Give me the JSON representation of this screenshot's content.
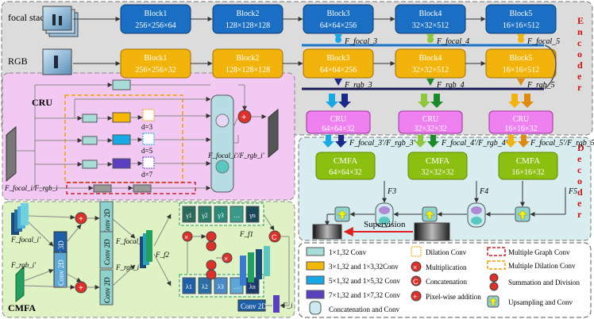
{
  "top": {
    "focal_stack_label": "focal stack",
    "rgb_label": "RGB",
    "encoder_label": "E n c o d e r",
    "decoder_label": "D e c o d e r",
    "focal_blocks": [
      {
        "name": "Block1",
        "dim": "256×256×64"
      },
      {
        "name": "Block2",
        "dim": "128×128×128"
      },
      {
        "name": "Block3",
        "dim": "64×64×256"
      },
      {
        "name": "Block4",
        "dim": "32×32×512"
      },
      {
        "name": "Block5",
        "dim": "16×16×512"
      }
    ],
    "rgb_blocks": [
      {
        "name": "Block1",
        "dim": "256×256×32"
      },
      {
        "name": "Block2",
        "dim": "128×128×128"
      },
      {
        "name": "Block3",
        "dim": "64×64×256"
      },
      {
        "name": "Block4",
        "dim": "32×32×512"
      },
      {
        "name": "Block5",
        "dim": "16×16×512"
      }
    ],
    "focal_feats": [
      "F_focal_3",
      "F_focal_4",
      "F_focal_5"
    ],
    "rgb_feats": [
      "F_rgb_3",
      "F_rgb_4",
      "F_rgb_5"
    ],
    "cru_blocks": [
      {
        "name": "CRU",
        "dim": "64×64×32"
      },
      {
        "name": "CRU",
        "dim": "32×32×32"
      },
      {
        "name": "CRU",
        "dim": "16×16×32"
      }
    ],
    "pair_labels": [
      "F_focal_3′/F_rgb_3′",
      "F_focal_4′/F_rgb_4′",
      "F_focal_5′/F_rgb_5′"
    ],
    "cmfa_blocks": [
      {
        "name": "CMFA",
        "dim": "64×64×32"
      },
      {
        "name": "CMFA",
        "dim": "32×32×32"
      },
      {
        "name": "CMFA",
        "dim": "16×16×32"
      }
    ],
    "decoder_feats": [
      "F3",
      "F4",
      "F5"
    ],
    "supervision_label": "Supervision"
  },
  "cru": {
    "title": "CRU",
    "input_label": "F_focal_i/F_rgb_i",
    "output_label": "F_focal_i′/F_rgb_i′",
    "dilations": [
      "d=3",
      "d=5",
      "d=7"
    ]
  },
  "cmfa": {
    "title": "CMFA",
    "input_focal": "F_focal_i′",
    "input_rgb": "F_rgb_i′",
    "conv3d_label": "Conv 3D",
    "conv2d_label": "Conv 2D",
    "conv2d_label2": "Conv 2D",
    "conv2d_label3": "Conv 2D",
    "conv2d_label4": "Conv 2D",
    "conv2d_out": "Conv 2D",
    "mid_focal": "F_focal_i″",
    "mid_rgb": "F_rgb_i″",
    "f1_label": "F_f1",
    "f2_label": "F_f2",
    "fi_label": "F_i",
    "gamma_labels": [
      "γ1",
      "γ2",
      "γ3",
      "…",
      "γn"
    ],
    "lambda_labels": [
      "λ1",
      "λ2",
      "λ3",
      "…",
      "λn"
    ]
  },
  "legend": {
    "items": [
      {
        "label": "1×1,32 Conv",
        "color": "#a8dcd8"
      },
      {
        "label": "3×1,32 and 1×3,32Conv",
        "color": "#f5b800"
      },
      {
        "label": "5×1,32 and 1×5,32 Conv",
        "color": "#17a9e6"
      },
      {
        "label": "7×1,32 and 1×7,32 Conv",
        "color": "#5a3fc0"
      },
      {
        "label": "Concatenation and  Conv",
        "color": "#9ccfd2"
      },
      {
        "label": "Dilation Conv",
        "color": "#f0a000"
      },
      {
        "label": "Multiplication",
        "color": "#e0302a"
      },
      {
        "label": "Concatenation",
        "color": "#e0302a"
      },
      {
        "label": "Pixel-wise addition",
        "color": "#e0302a"
      },
      {
        "label": "Multiple Graph Conv",
        "color": "#d0202a"
      },
      {
        "label": "Multiple Dilation Conv",
        "color": "#f0a000"
      },
      {
        "label": "Summation and Division",
        "color": "#e0302a"
      },
      {
        "label": "Upsampling and Conv",
        "color": "#f3f000"
      }
    ]
  },
  "colors": {
    "block_blue": "#1a6fc4",
    "block_orange": "#f2b40a",
    "cru_pink": "#ef80ef",
    "cmfa_green": "#8cc010",
    "panel_gray": "#dcdcdc",
    "panel_pink": "#f2c9f2",
    "panel_green": "#dff2c4",
    "panel_blue": "#d9edf0"
  }
}
